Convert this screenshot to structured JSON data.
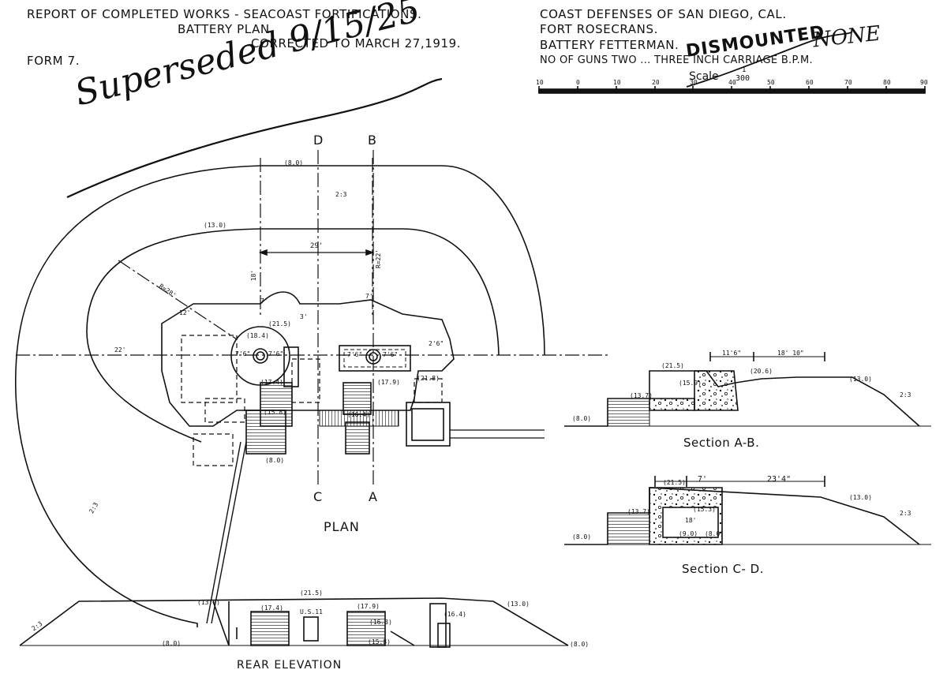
{
  "header_left": {
    "line1": "REPORT OF COMPLETED WORKS - SEACOAST FORTIFICATIONS.",
    "line2": "BATTERY PLAN",
    "line3": "CORRECTED TO  MARCH 27,1919.",
    "form": "FORM 7."
  },
  "header_right": {
    "line1": "COAST  DEFENSES OF SAN DIEGO, CAL.",
    "line2": "FORT ROSECRANS.",
    "line3": "BATTERY FETTERMAN.",
    "line4": "NO OF GUNS TWO  ... THREE INCH  CARRIAGE B.P.M."
  },
  "annotations": {
    "superseded": "Superseded 9/15/25",
    "dismounted": "DISMOUNTED",
    "none": "NONE"
  },
  "scale": {
    "label": "Scale",
    "fraction": "1",
    "denominator": "300",
    "ticks": [
      "10",
      "0",
      "10",
      "20",
      "30",
      "40",
      "50",
      "60",
      "70",
      "80",
      "90"
    ]
  },
  "plan": {
    "title": "PLAN",
    "section_letters": {
      "d": "D",
      "b": "B",
      "c": "C",
      "a": "A"
    },
    "dims": {
      "top": "29'",
      "r22": "R=22'",
      "r28": "R=28'",
      "left_22": "22'",
      "d7a": "7'",
      "d7b": "7'",
      "d12": "12'",
      "d18": "18'",
      "d3": "3'",
      "d2_6": "2'6\"",
      "g1a": "7'6\"",
      "g1b": "7'6\"",
      "g2a": "7'6\"",
      "g2b": "7'6\""
    },
    "elev": {
      "outer_top": "(8.0)",
      "inner_top": "(13.0)",
      "slope_top": "2:3",
      "slope_bottom": "2:3",
      "e215": "(21.5)",
      "e184": "(18.4)",
      "e174": "(17.4)",
      "e179": "(17.9)",
      "e158": "(15.8)",
      "e164": "(16.4)",
      "e218": "(21.8)",
      "e80": "(8.0)"
    }
  },
  "section_ab": {
    "title": "Section A-B.",
    "dims": {
      "d1": "11'6\"",
      "d2": "18' 10\""
    },
    "elev": {
      "e215": "(21.5)",
      "e206": "(20.6)",
      "e130": "(13.0)",
      "e137": "(13.7)",
      "e80": "(8.0)",
      "e159": "(15.9)",
      "slope": "2:3"
    }
  },
  "section_cd": {
    "title": "Section C- D.",
    "dims": {
      "d1": "7'",
      "d2": "23'4\"",
      "inner": "18'"
    },
    "elev": {
      "e215": "(21.5)",
      "e130": "(13.0)",
      "e137": "(13.7)",
      "e153": "(15.3)",
      "e80": "(8.0)",
      "e90": "(9.0)",
      "e80b": "(8.0)",
      "slope": "2:3"
    }
  },
  "rear_elevation": {
    "title": "REAR ELEVATION",
    "elev": {
      "top": "(21.5)",
      "left_top": "(13.0)",
      "right_top": "(13.0)",
      "e174": "(17.4)",
      "e179": "(17.9)",
      "e158": "(15.8)",
      "e163": "(16.3)",
      "e80a": "(8.0)",
      "e80b": "(8.0)",
      "e164": "(16.4)",
      "slope": "2:3",
      "us": "U.S.11"
    }
  }
}
